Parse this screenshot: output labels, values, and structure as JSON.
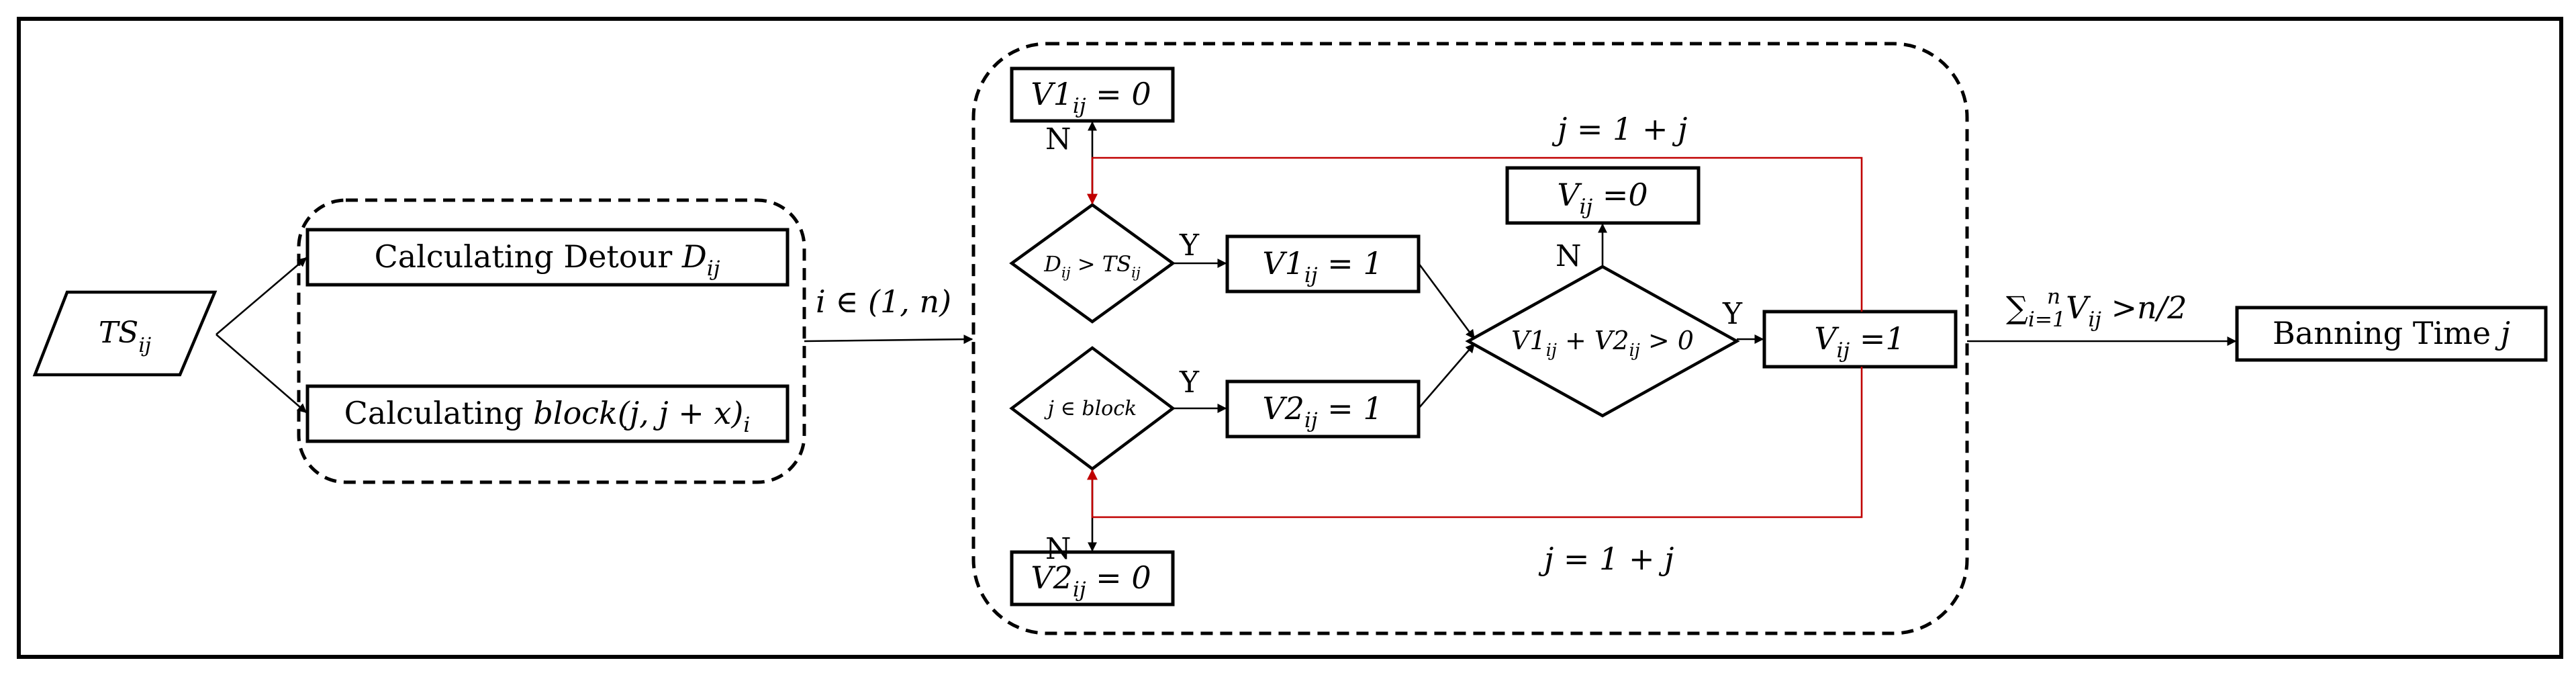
{
  "input": {
    "base": "TS",
    "sub": "ij"
  },
  "step_detour": {
    "text": "Calculating Detour ",
    "var": "D",
    "sub": "ij"
  },
  "step_block": {
    "text": "Calculating ",
    "expr": "block(j, j + x)",
    "sub": "i"
  },
  "range_label": {
    "pre": "i  ∈ (1, ",
    "n": "n",
    "post": ")"
  },
  "cond_detour": {
    "d": "D",
    "dsub": "ij",
    "op": " > ",
    "t": "TS",
    "tsub": "ij"
  },
  "cond_block": {
    "text": "j ∈ block"
  },
  "v1_one": {
    "v": "V1",
    "sub": "ij",
    "rest": " = 1"
  },
  "v2_one": {
    "v": "V2",
    "sub": "ij",
    "rest": " = 1"
  },
  "v1_zero": {
    "v": "V1",
    "sub": "ij",
    "rest": " = 0"
  },
  "v2_zero": {
    "v": "V2",
    "sub": "ij",
    "rest": " = 0"
  },
  "sum_cond": {
    "a": "V1",
    "asub": "ij",
    "mid": " + ",
    "b": "V2",
    "bsub": "ij",
    "rest": " > 0"
  },
  "v_zero": {
    "v": "V",
    "sub": "ij",
    "rest": " =0"
  },
  "v_one": {
    "v": "V",
    "sub": "ij",
    "rest": " =1"
  },
  "loop_top": {
    "text": "j = 1 + j"
  },
  "loop_bottom": {
    "text": "j = 1 + j"
  },
  "yes_label": "Y",
  "no_label": "N",
  "vote_cond": {
    "sum": "∑",
    "low": "i=1",
    "up": "n",
    "v": "V",
    "vsub": "ij",
    "rest": " >n/2"
  },
  "output": {
    "text": "Banning Time ",
    "var": "j"
  }
}
